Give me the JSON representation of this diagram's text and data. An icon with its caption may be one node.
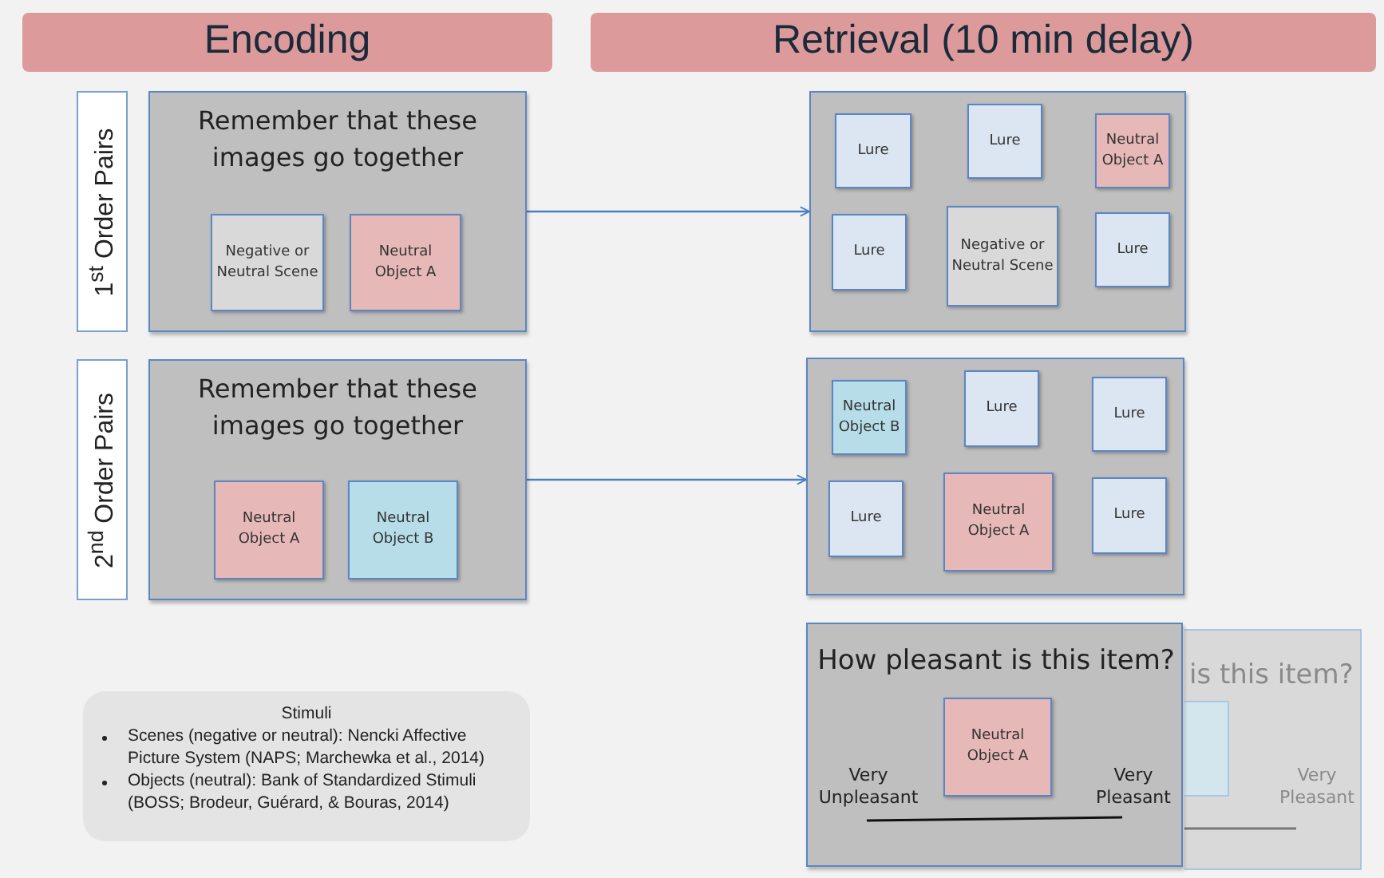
{
  "diagram": {
    "nodes": [
      {
        "text": [
          "Encoding"
        ]
      },
      {
        "text": [
          "Retrieval (10 min delay)"
        ]
      },
      {
        "text": [
          "1$^{st}$ Order Pairs"
        ]
      },
      {
        "text": [
          "Remember that these images go together"
        ]
      },
      {
        "text": [
          "Negative or Neutral Scene"
        ],
        "in": 3
      },
      {
        "text": [
          "Neutral Object A"
        ],
        "in": 3
      },
      {
        "text": [
          "2$^{nd}$ Order Pairs"
        ]
      },
      {
        "text": [
          "Remember that these images go together"
        ]
      },
      {
        "text": [
          "Neutral Object A"
        ],
        "in": 7
      },
      {
        "text": [
          "Neutral Object B"
        ],
        "in": 7
      },
      {
        "text": [],
        "shape": "box"
      },
      {
        "text": [
          "Lure"
        ],
        "in": 10
      },
      {
        "text": [
          "Lure"
        ],
        "in": 10
      },
      {
        "text": [
          "Neutral Object A"
        ],
        "in": 10
      },
      {
        "text": [
          "Lure"
        ],
        "in": 10
      },
      {
        "text": [
          "Negative or Neutral Scene"
        ],
        "in": 10
      },
      {
        "text": [
          "Lure"
        ],
        "in": 10
      },
      {
        "text": [],
        "shape": "box"
      },
      {
        "text": [
          "Neutral Object B"
        ],
        "in": 17
      },
      {
        "text": [
          "Lure"
        ],
        "in": 17
      },
      {
        "text": [
          "Lure"
        ],
        "in": 17
      },
      {
        "text": [
          "Lure"
        ],
        "in": 17
      },
      {
        "text": [
          "Neutral Object A"
        ],
        "in": 17
      },
      {
        "text": [
          "Lure"
        ],
        "in": 17
      },
      {
        "text": [
          "is this item?",
          "Very Pleasant"
        ]
      },
      {
        "text": [],
        "shape": "box",
        "in": 24
      },
      {
        "text": [
          "How pleasant is this item?",
          "Very Unpleasant",
          "Very Pleasant"
        ]
      },
      {
        "text": [
          "Neutral Object A"
        ],
        "in": 26
      },
      {
        "text": [
          "Stimuli",
          "Scenes (negative or neutral): Nencki Affective Picture System (NAPS; Marchewka et al., 2014)",
          "Objects (neutral): Bank of Standardized Stimuli (BOSS; Brodeur, Guérard, & Bouras, 2014)"
        ]
      }
    ],
    "edges": [
      {
        "from": 3,
        "to": 10,
        "arrow": "to"
      },
      {
        "from": 7,
        "to": 17,
        "arrow": "to"
      }
    ]
  }
}
